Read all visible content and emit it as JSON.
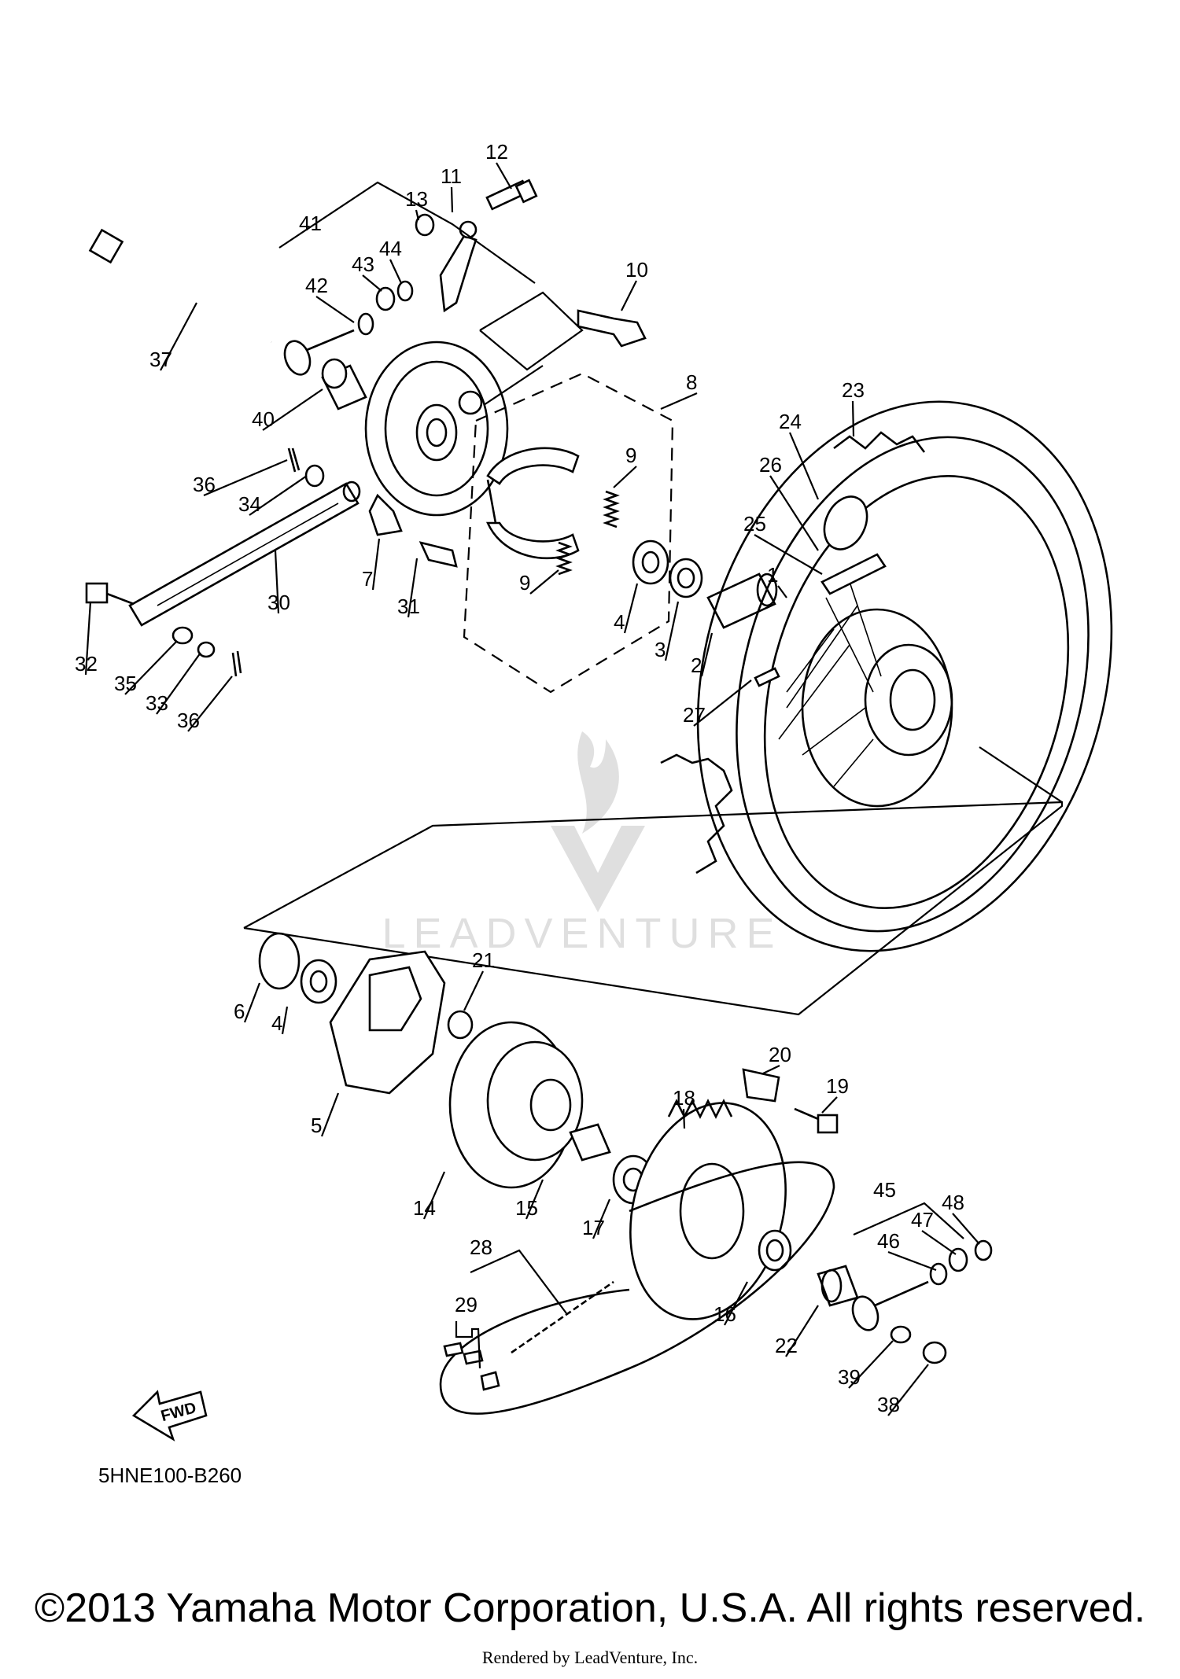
{
  "diagram": {
    "code": "5HNE100-B260",
    "fwd_label": "FWD",
    "watermark": "LEADVENTURE",
    "callouts": [
      "1",
      "2",
      "3",
      "4",
      "4",
      "5",
      "6",
      "7",
      "8",
      "9",
      "9",
      "10",
      "11",
      "12",
      "13",
      "14",
      "15",
      "16",
      "17",
      "18",
      "19",
      "20",
      "21",
      "22",
      "23",
      "24",
      "25",
      "26",
      "27",
      "28",
      "29",
      "30",
      "31",
      "32",
      "33",
      "34",
      "35",
      "36",
      "36",
      "37",
      "38",
      "39",
      "40",
      "41",
      "42",
      "43",
      "44",
      "45",
      "46",
      "47",
      "48"
    ]
  },
  "footer": {
    "copyright": "©2013 Yamaha Motor Corporation, U.S.A. All rights reserved.",
    "rendered_by": "Rendered by LeadVenture, Inc."
  }
}
